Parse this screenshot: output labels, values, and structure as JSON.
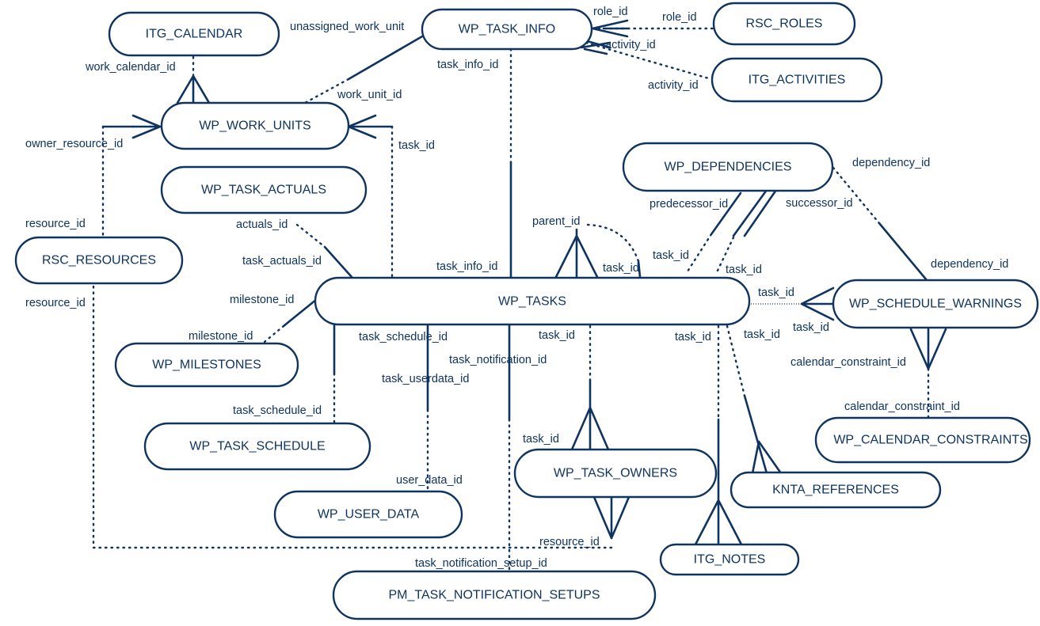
{
  "entities": {
    "itg_calendar": "ITG_CALENDAR",
    "wp_task_info": "WP_TASK_INFO",
    "rsc_roles": "RSC_ROLES",
    "itg_activities": "ITG_ACTIVITIES",
    "wp_work_units": "WP_WORK_UNITS",
    "wp_task_actuals": "WP_TASK_ACTUALS",
    "wp_dependencies": "WP_DEPENDENCIES",
    "rsc_resources": "RSC_RESOURCES",
    "wp_tasks": "WP_TASKS",
    "wp_schedule_warnings": "WP_SCHEDULE_WARNINGS",
    "wp_milestones": "WP_MILESTONES",
    "wp_task_schedule": "WP_TASK_SCHEDULE",
    "wp_calendar_constraints": "WP_CALENDAR_CONSTRAINTS",
    "wp_task_owners": "WP_TASK_OWNERS",
    "knta_references": "KNTA_REFERENCES",
    "wp_user_data": "WP_USER_DATA",
    "itg_notes": "ITG_NOTES",
    "pm_task_notification_setups": "PM_TASK_NOTIFICATION_SETUPS"
  },
  "labels": {
    "unassigned_work_unit": "unassigned_work_unit",
    "role_id_1": "role_id",
    "role_id_2": "role_id",
    "activity_id_1": "activity_id",
    "activity_id_2": "activity_id",
    "task_info_id_1": "task_info_id",
    "task_info_id_2": "task_info_id",
    "work_calendar_id": "work_calendar_id",
    "work_unit_id": "work_unit_id",
    "owner_resource_id": "owner_resource_id",
    "task_id_work_units": "task_id",
    "dependency_id_1": "dependency_id",
    "dependency_id_2": "dependency_id",
    "predecessor_id": "predecessor_id",
    "successor_id": "successor_id",
    "resource_id_1": "resource_id",
    "resource_id_2": "resource_id",
    "resource_id_3": "resource_id",
    "actuals_id": "actuals_id",
    "parent_id": "parent_id",
    "task_id_parent": "task_id",
    "task_id_pred": "task_id",
    "task_id_succ": "task_id",
    "task_actuals_id": "task_actuals_id",
    "task_id_warn1": "task_id",
    "task_id_warn2": "task_id",
    "milestone_id_1": "milestone_id",
    "milestone_id_2": "milestone_id",
    "task_schedule_id_1": "task_schedule_id",
    "task_schedule_id_2": "task_schedule_id",
    "task_id_owners1": "task_id",
    "task_id_owners2": "task_id",
    "task_id_notes": "task_id",
    "task_id_refs": "task_id",
    "task_notification_id": "task_notification_id",
    "task_userdata_id": "task_userdata_id",
    "user_data_id": "user_data_id",
    "calendar_constraint_id_1": "calendar_constraint_id",
    "calendar_constraint_id_2": "calendar_constraint_id",
    "task_notification_setup_id": "task_notification_setup_id"
  }
}
